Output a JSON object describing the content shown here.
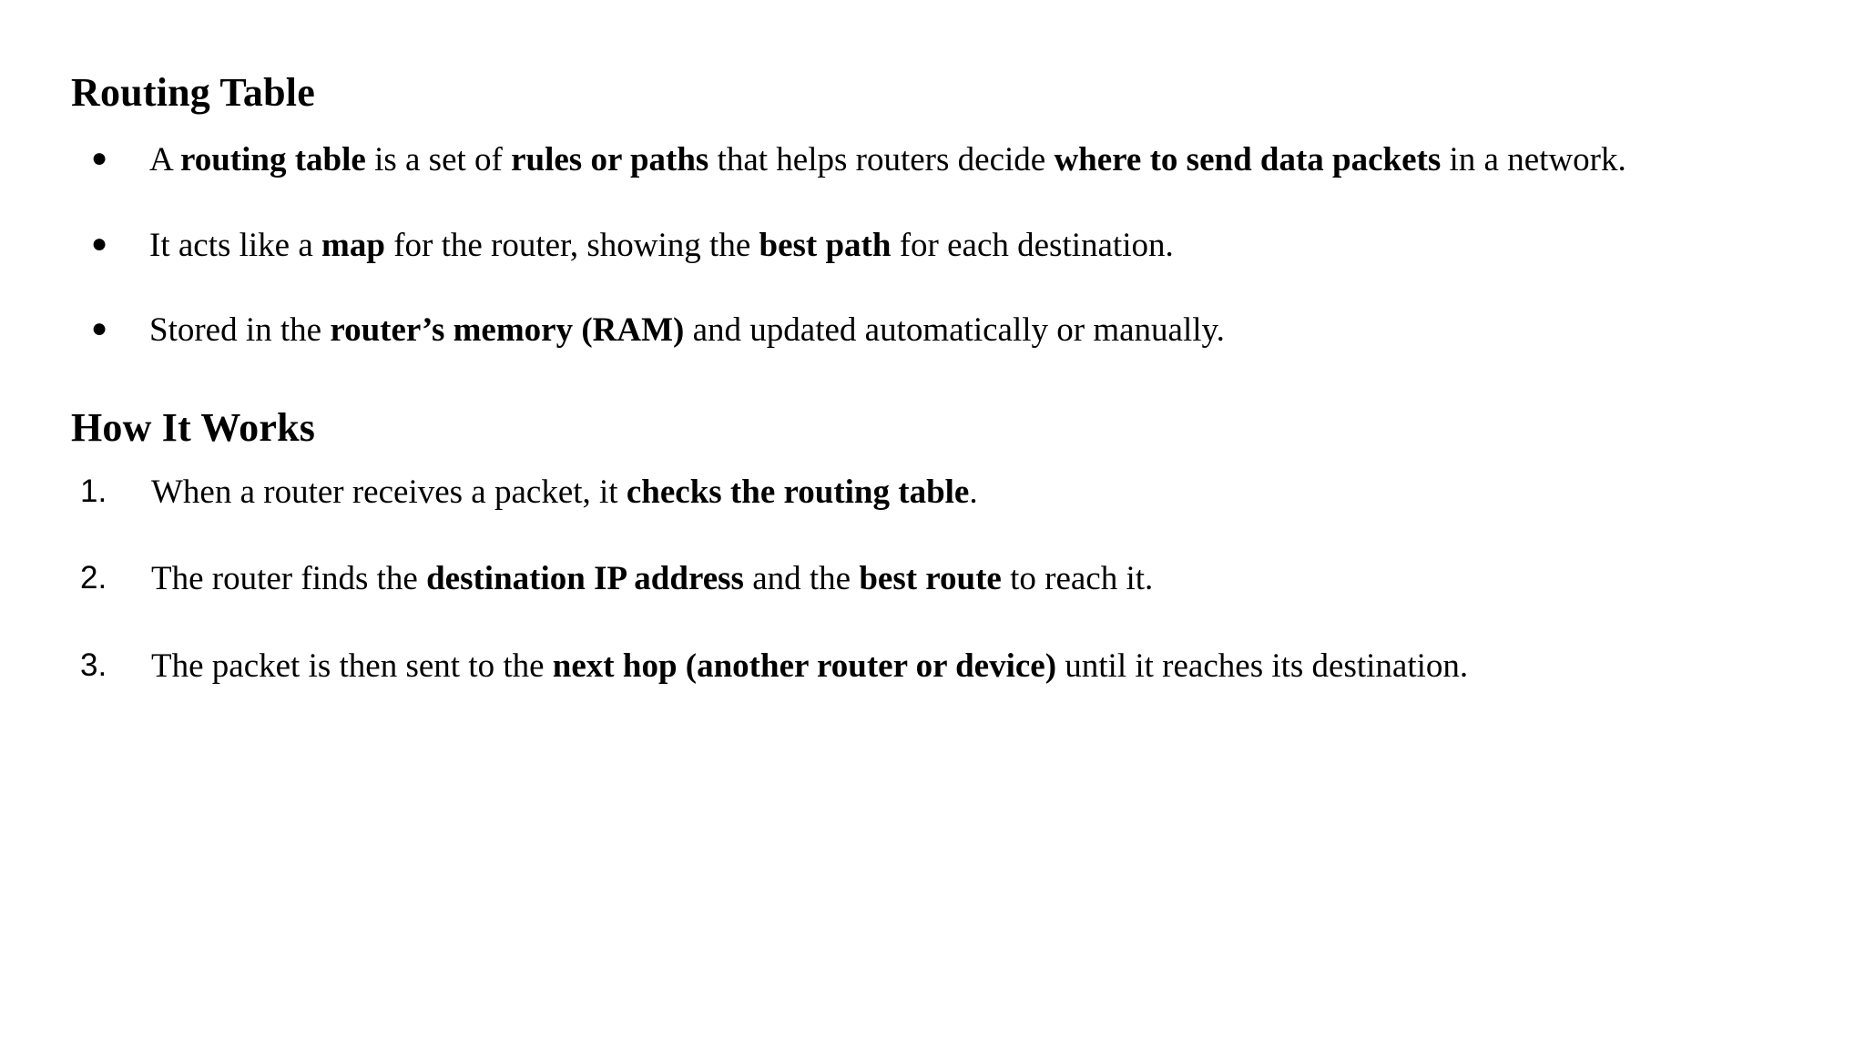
{
  "document": {
    "background_color": "#ffffff",
    "text_color": "#000000"
  },
  "sections": [
    {
      "heading": "Routing Table",
      "list_type": "bulleted",
      "bullet_glyph": "●",
      "items": [
        {
          "marker": "●",
          "html": "A <b>routing table</b> is a set of <b>rules or paths</b> that helps routers decide <b>where to send data packets</b> in a network.",
          "plain": "A routing table is a set of rules or paths that helps routers decide where to send data packets in a network."
        },
        {
          "marker": "●",
          "html": "It acts like a <b>map</b> for the router, showing the <b>best path</b> for each destination.",
          "plain": "It acts like a map for the router, showing the best path for each destination."
        },
        {
          "marker": "●",
          "html": "Stored in the <b>router’s memory (RAM)</b> and updated automatically or manually.",
          "plain": "Stored in the router’s memory (RAM) and updated automatically or manually."
        }
      ]
    },
    {
      "heading": "How It Works",
      "list_type": "numbered",
      "items": [
        {
          "marker": "1.",
          "html": "When a router receives a packet, it <b>checks the routing table</b>.",
          "plain": "When a router receives a packet, it checks the routing table."
        },
        {
          "marker": "2.",
          "html": "The router finds the <b>destination IP address</b> and the <b>best route</b> to reach it.",
          "plain": "The router finds the destination IP address and the best route to reach it."
        },
        {
          "marker": "3.",
          "html": "The packet is then sent to the <b>next hop (another router or device)</b> until it reaches its destination.",
          "plain": "The packet is then sent to the next hop (another router or device) until it reaches its destination."
        }
      ]
    }
  ]
}
